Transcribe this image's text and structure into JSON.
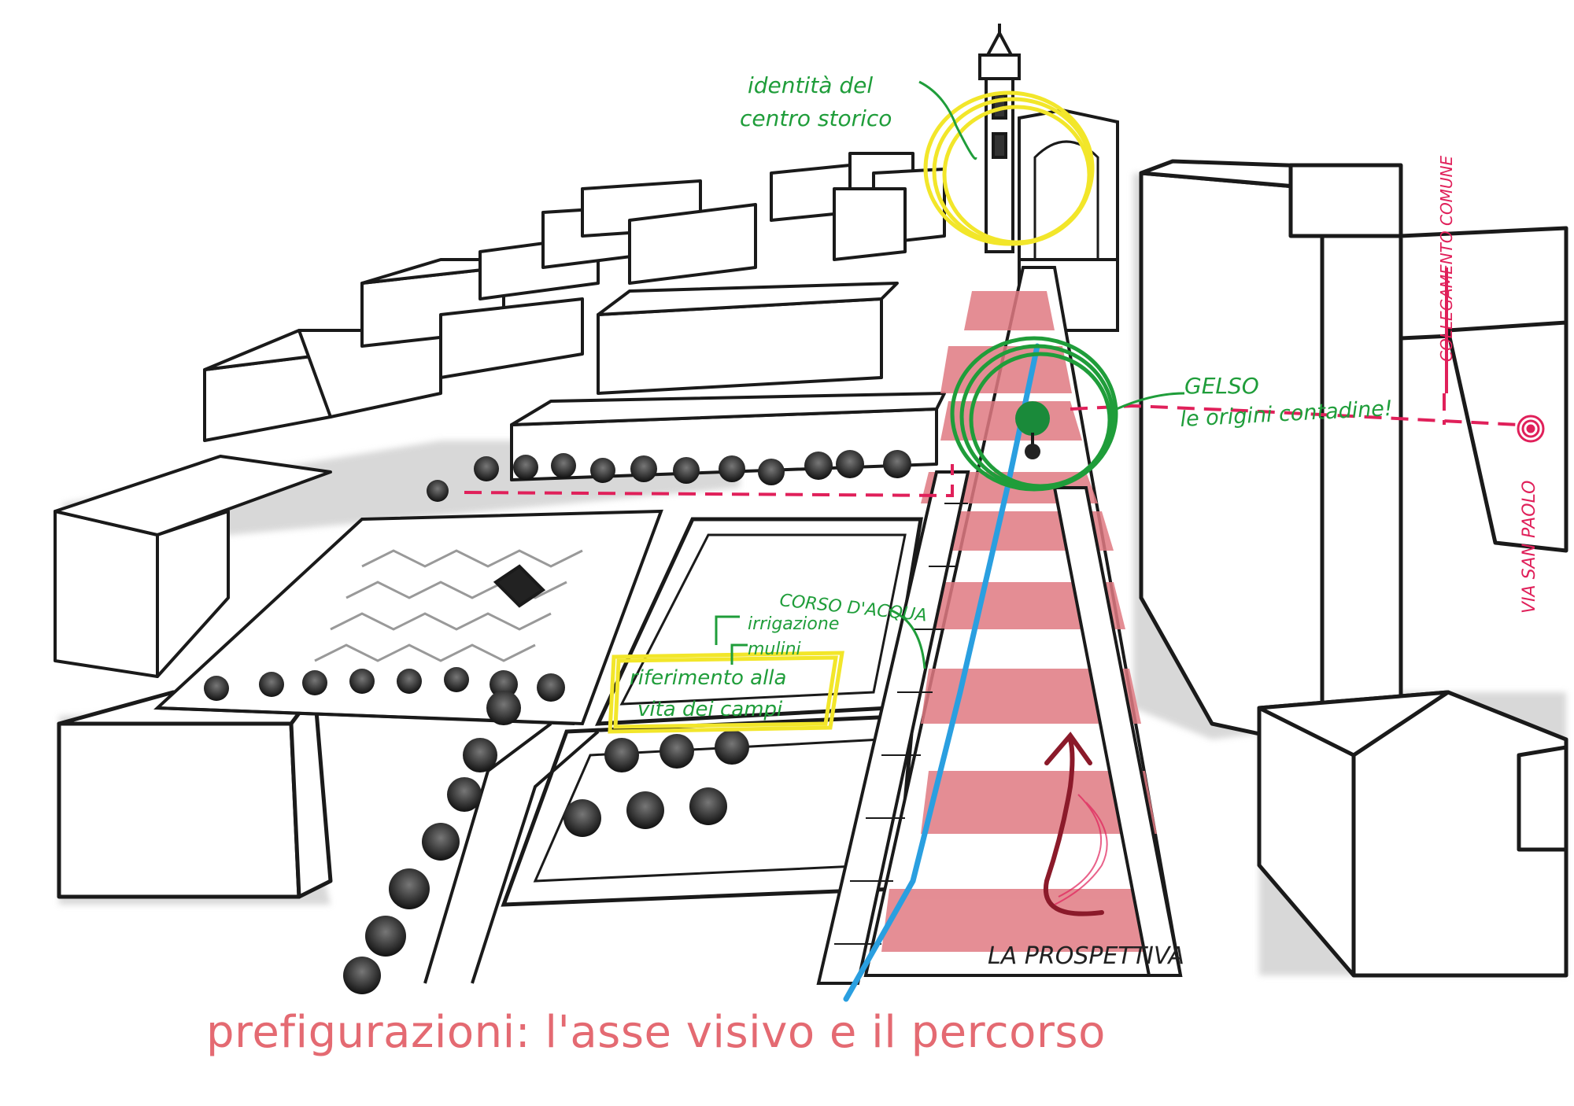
{
  "annotations": {
    "historic_center": [
      "identità del",
      "centro storico"
    ],
    "gelso": [
      "GELSO",
      "le origini contadine!"
    ],
    "acqua_title": "CORSO D'ACQUA",
    "acqua_items": [
      "irrigazione",
      "mulini"
    ],
    "riferimento": [
      "riferimento alla",
      "vita dei campi"
    ],
    "collegamento": "COLLEGAMENTO COMUNE",
    "via": "VIA SAN PAOLO",
    "prospettiva": "LA PROSPETTIVA"
  },
  "caption": "prefigurazioni: l'asse visivo e il percorso",
  "colors": {
    "ink": "#1a1a1a",
    "green": "#1f9d3a",
    "red": "#e0205a",
    "yellow": "#f2e62a",
    "blue": "#2a9fe0",
    "pink": "#e07a82",
    "caption": "#e46a72"
  }
}
